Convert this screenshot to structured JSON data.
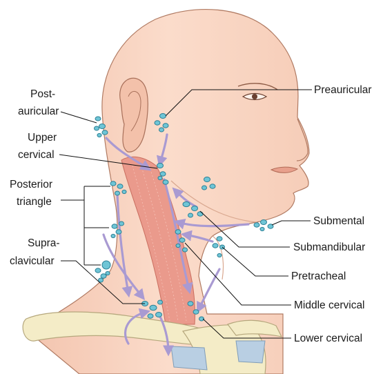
{
  "labels": {
    "post_auricular_1": "Post-",
    "post_auricular_2": "auricular",
    "upper_cervical_1": "Upper",
    "upper_cervical_2": "cervical",
    "posterior_triangle_1": "Posterior",
    "posterior_triangle_2": "triangle",
    "supraclavicular_1": "Supra-",
    "supraclavicular_2": "clavicular",
    "preauricular": "Preauricular",
    "submental": "Submental",
    "submandibular": "Submandibular",
    "pretracheal": "Pretracheal",
    "middle_cervical": "Middle cervical",
    "lower_cervical": "Lower cervical"
  },
  "colors": {
    "skin": "#f9d6c4",
    "skin_shadow": "#efb9a0",
    "skin_outline": "#b07a62",
    "muscle": "#ea9a8c",
    "muscle_dark": "#d77a6c",
    "bone": "#f4ecc7",
    "bone_outline": "#b5a77c",
    "cartilage": "#b9cfe3",
    "node": "#6fc5d6",
    "node_outline": "#2a7f94",
    "lymph_arrow": "#a99ad2",
    "leader_line": "#111111"
  }
}
